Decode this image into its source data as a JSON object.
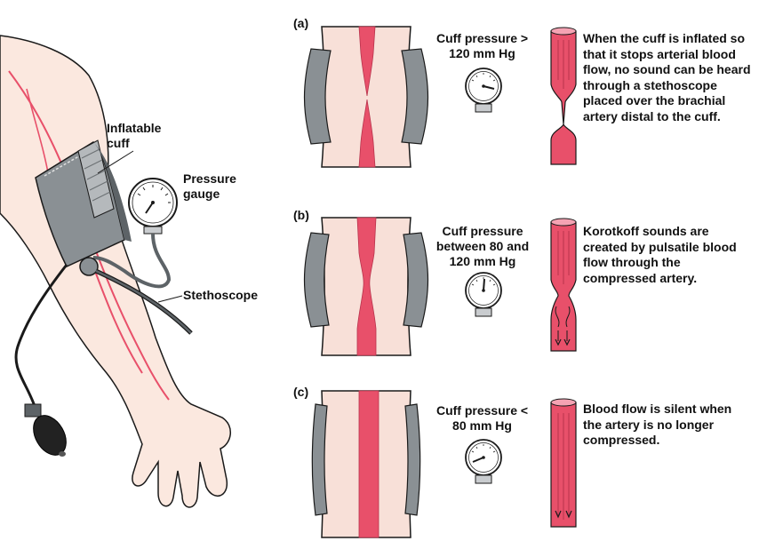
{
  "arm_labels": {
    "cuff": "Inflatable cuff",
    "gauge": "Pressure gauge",
    "stethoscope": "Stethoscope"
  },
  "panels": [
    {
      "letter": "(a)",
      "cuff_pressure": "Cuff pressure > 120 mm Hg",
      "description": "When the cuff is inflated so that it stops arterial blood flow, no sound can be heard through a stethoscope placed over the brachial artery distal to the cuff."
    },
    {
      "letter": "(b)",
      "cuff_pressure": "Cuff pressure between 80 and 120 mm Hg",
      "description": "Korotkoff sounds are created by pulsatile blood flow through the compressed artery."
    },
    {
      "letter": "(c)",
      "cuff_pressure": "Cuff pressure < 80 mm Hg",
      "description": "Blood flow is silent when the artery is no longer compressed."
    }
  ],
  "colors": {
    "skin": "#f8e0d8",
    "artery": "#e8506a",
    "cuff_gray": "#8a9094",
    "outline": "#1a1a1a"
  }
}
